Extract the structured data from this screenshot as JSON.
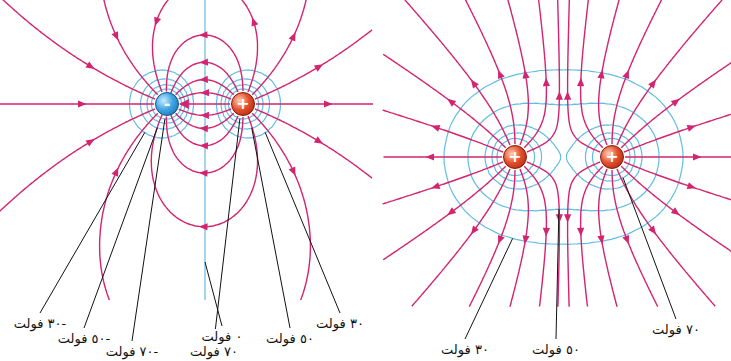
{
  "diagram": {
    "nodes": [
      {
        "text": [
          "-"
        ]
      },
      {
        "text": [
          "+"
        ]
      },
      {
        "text": [
          "+"
        ]
      },
      {
        "text": [
          "+"
        ]
      }
    ],
    "edges": [
      {
        "from": 1,
        "to": 0,
        "arrow": "to"
      }
    ],
    "labels": [
      "-٣٠ فولت",
      "-٥٠ فولت",
      "-٧٠ فولت",
      "٠ فولت",
      "٧٠ فولت",
      "٥٠ فولت",
      "٣٠ فولت",
      "٣٠ فولت",
      "٥٠ فولت",
      "٧٠ فولت"
    ]
  }
}
